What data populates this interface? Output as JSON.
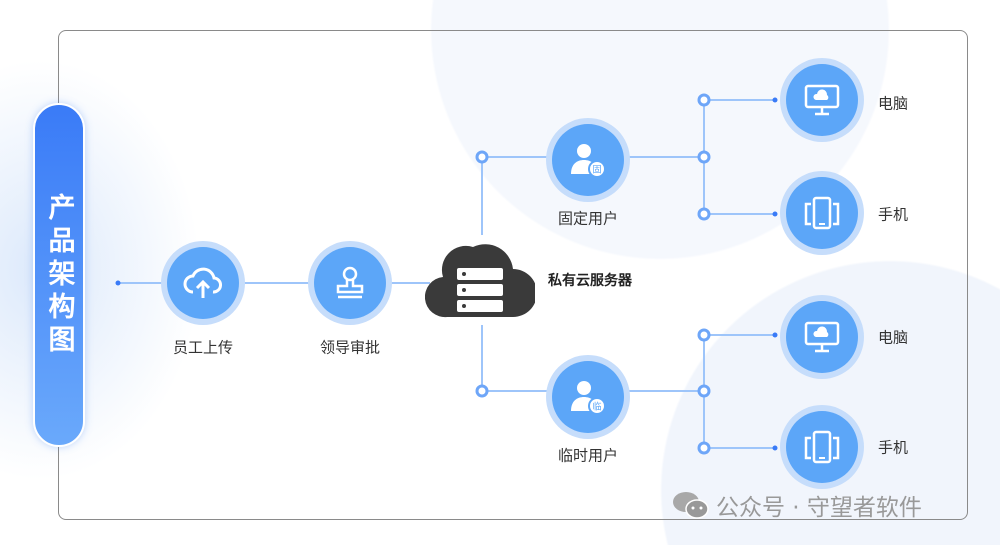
{
  "title": "产品架构图",
  "nodes": {
    "upload": "员工上传",
    "approve": "领导审批",
    "server": "私有云服务器",
    "fixed_user": "固定用户",
    "fixed_badge": "固",
    "temp_user": "临时用户",
    "temp_badge": "临",
    "pc1": "电脑",
    "phone1": "手机",
    "pc2": "电脑",
    "phone2": "手机"
  },
  "watermark": "公众号 · 守望者软件",
  "colors": {
    "accent": "#5ca6f8",
    "ring": "#c6ddfb",
    "line": "#9ec5fa",
    "server": "#3a3a3a"
  }
}
